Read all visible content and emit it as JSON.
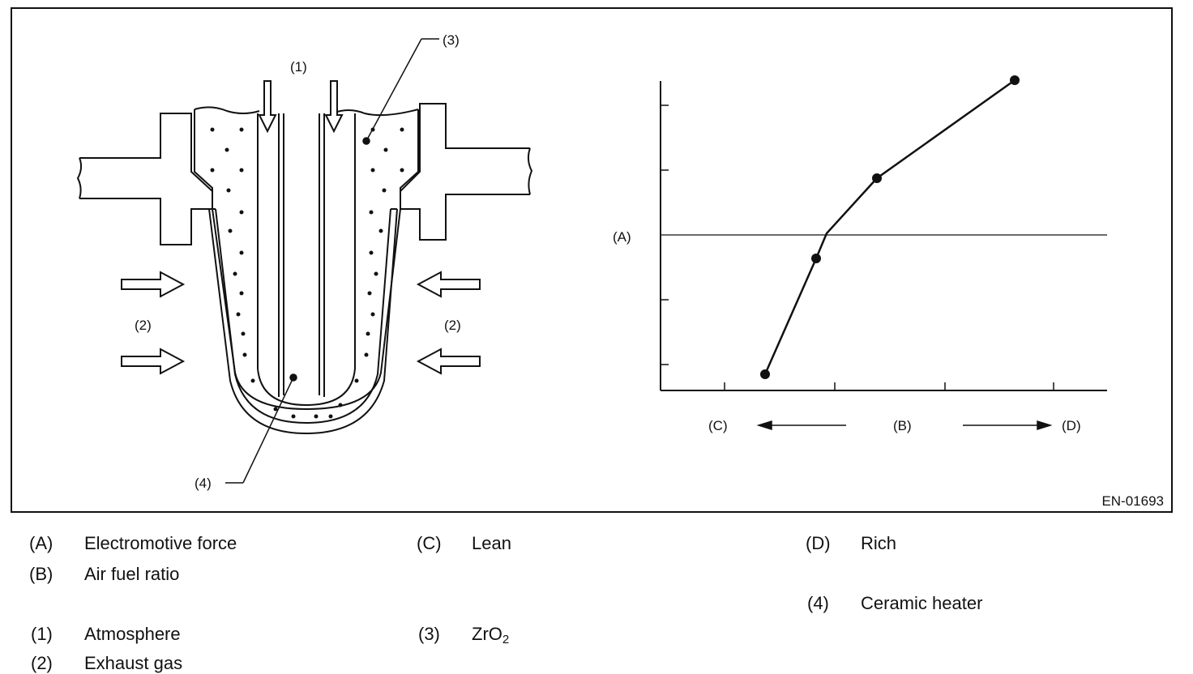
{
  "figure": {
    "callouts": {
      "atmosphere": "(1)",
      "exhaust_left": "(2)",
      "exhaust_right": "(2)",
      "zro2": "(3)",
      "heater": "(4)"
    },
    "graph": {
      "y_label": "(A)",
      "x_label": "(B)",
      "lean_label": "(C)",
      "rich_label": "(D)"
    },
    "figure_code": "EN-01693"
  },
  "legend": [
    {
      "key": "(A)",
      "text": "Electromotive force"
    },
    {
      "key": "(B)",
      "text": "Air fuel ratio"
    },
    {
      "key": "(C)",
      "text": "Lean"
    },
    {
      "key": "(D)",
      "text": "Rich"
    },
    {
      "key": "(1)",
      "text": "Atmosphere"
    },
    {
      "key": "(2)",
      "text": "Exhaust gas"
    },
    {
      "key": "(3)",
      "text": "ZrO",
      "sub": "2"
    },
    {
      "key": "(4)",
      "text": "Ceramic heater"
    }
  ]
}
